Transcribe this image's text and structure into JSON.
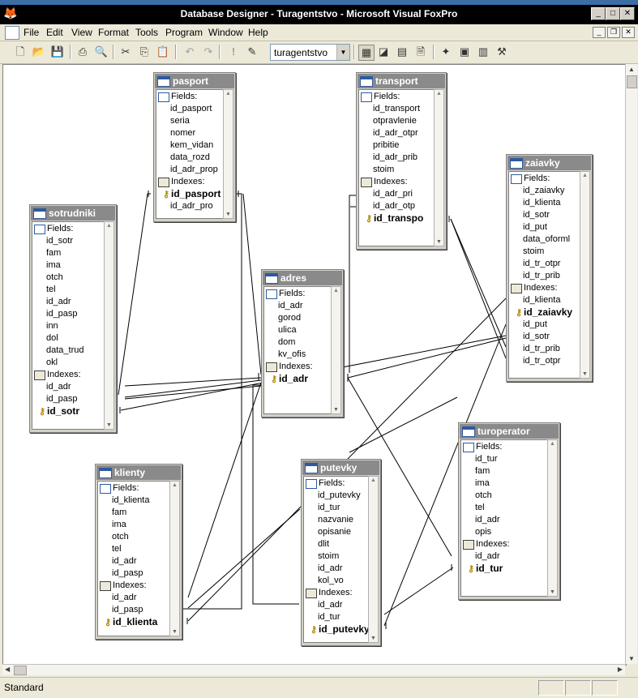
{
  "window": {
    "title": "Database Designer - Turagentstvo - Microsoft Visual FoxPro"
  },
  "menu": [
    "File",
    "Edit",
    "View",
    "Format",
    "Tools",
    "Program",
    "Window",
    "Help"
  ],
  "toolbar": {
    "database": "turagentstvo"
  },
  "status": {
    "text": "Standard"
  },
  "tables": {
    "pasport": {
      "name": "pasport",
      "fields_label": "Fields:",
      "fields": [
        "id_pasport",
        "seria",
        "nomer",
        "kem_vidan",
        "data_rozd",
        "id_adr_prop"
      ],
      "indexes_label": "Indexes:",
      "indexes": [
        {
          "name": "id_pasport",
          "primary": true
        },
        {
          "name": "id_adr_pro",
          "primary": false
        }
      ]
    },
    "transport": {
      "name": "transport",
      "fields_label": "Fields:",
      "fields": [
        "id_transport",
        "otpravlenie",
        "id_adr_otpr",
        "pribitie",
        "id_adr_prib",
        "stoim"
      ],
      "indexes_label": "Indexes:",
      "indexes": [
        {
          "name": "id_adr_pri",
          "primary": false
        },
        {
          "name": "id_adr_otp",
          "primary": false
        },
        {
          "name": "id_transpo",
          "primary": true
        }
      ]
    },
    "zaiavky": {
      "name": "zaiavky",
      "fields_label": "Fields:",
      "fields": [
        "id_zaiavky",
        "id_klienta",
        "id_sotr",
        "id_put",
        "data_oforml",
        "stoim",
        "id_tr_otpr",
        "id_tr_prib"
      ],
      "indexes_label": "Indexes:",
      "indexes": [
        {
          "name": "id_klienta",
          "primary": false
        },
        {
          "name": "id_zaiavky",
          "primary": true
        },
        {
          "name": "id_put",
          "primary": false
        },
        {
          "name": "id_sotr",
          "primary": false
        },
        {
          "name": "id_tr_prib",
          "primary": false
        },
        {
          "name": "id_tr_otpr",
          "primary": false
        }
      ]
    },
    "sotrudniki": {
      "name": "sotrudniki",
      "fields_label": "Fields:",
      "fields": [
        "id_sotr",
        "fam",
        "ima",
        "otch",
        "tel",
        "id_adr",
        "id_pasp",
        "inn",
        "dol",
        "data_trud",
        "okl"
      ],
      "indexes_label": "Indexes:",
      "indexes": [
        {
          "name": "id_adr",
          "primary": false
        },
        {
          "name": "id_pasp",
          "primary": false
        },
        {
          "name": "id_sotr",
          "primary": true
        }
      ]
    },
    "adres": {
      "name": "adres",
      "fields_label": "Fields:",
      "fields": [
        "id_adr",
        "gorod",
        "ulica",
        "dom",
        "kv_ofis"
      ],
      "indexes_label": "Indexes:",
      "indexes": [
        {
          "name": "id_adr",
          "primary": true
        }
      ]
    },
    "turoperator": {
      "name": "turoperator",
      "fields_label": "Fields:",
      "fields": [
        "id_tur",
        "fam",
        "ima",
        "otch",
        "tel",
        "id_adr",
        "opis"
      ],
      "indexes_label": "Indexes:",
      "indexes": [
        {
          "name": "id_adr",
          "primary": false
        },
        {
          "name": "id_tur",
          "primary": true
        }
      ]
    },
    "klienty": {
      "name": "klienty",
      "fields_label": "Fields:",
      "fields": [
        "id_klienta",
        "fam",
        "ima",
        "otch",
        "tel",
        "id_adr",
        "id_pasp"
      ],
      "indexes_label": "Indexes:",
      "indexes": [
        {
          "name": "id_adr",
          "primary": false
        },
        {
          "name": "id_pasp",
          "primary": false
        },
        {
          "name": "id_klienta",
          "primary": true
        }
      ]
    },
    "putevky": {
      "name": "putevky",
      "fields_label": "Fields:",
      "fields": [
        "id_putevky",
        "id_tur",
        "nazvanie",
        "opisanie",
        "dlit",
        "stoim",
        "id_adr",
        "kol_vo"
      ],
      "indexes_label": "Indexes:",
      "indexes": [
        {
          "name": "id_adr",
          "primary": false
        },
        {
          "name": "id_tur",
          "primary": false
        },
        {
          "name": "id_putevky",
          "primary": true
        }
      ]
    }
  }
}
